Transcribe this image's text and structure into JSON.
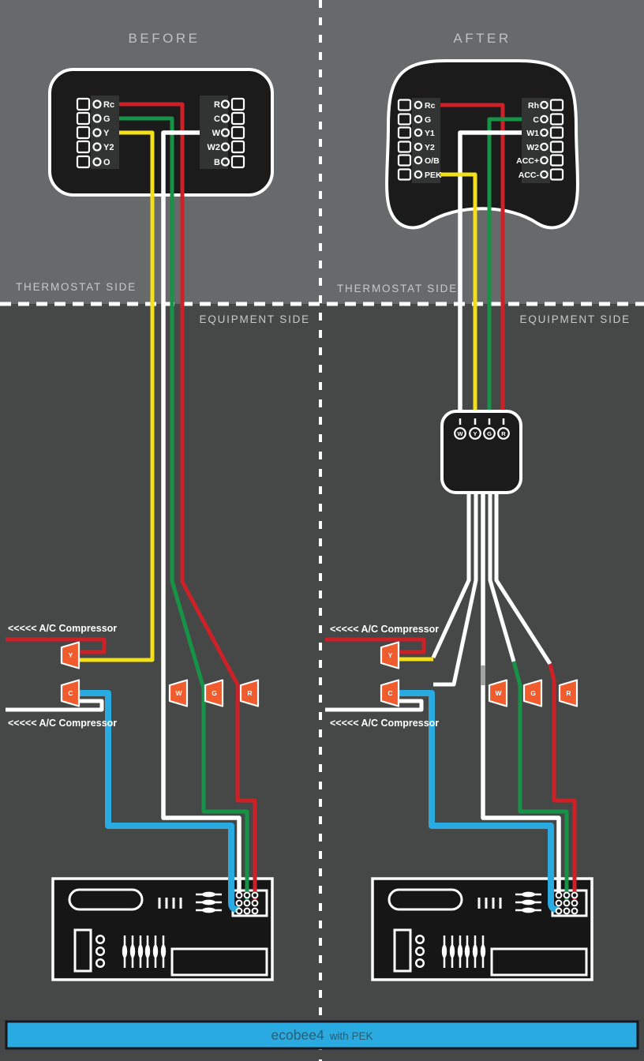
{
  "colors": {
    "bg_top": "#67696a",
    "bg_bottom": "#464848",
    "device_black": "#1b1b1b",
    "block_gray": "#323434",
    "wire_red": "#ce2127",
    "wire_green": "#169347",
    "wire_yellow": "#f4e01a",
    "wire_blue": "#29abe2",
    "wire_white": "#ffffff",
    "wire_gray_tip": "#a3a3a3",
    "nut_orange": "#f05c2e",
    "banner_blue": "#29abe2",
    "banner_text": "#2d5b6d"
  },
  "panels": {
    "before": {
      "title": "BEFORE",
      "side_top": "THERMOSTAT SIDE",
      "side_bottom": "EQUIPMENT SIDE",
      "left_terminals": [
        "Rc",
        "G",
        "Y",
        "Y2",
        "O"
      ],
      "right_terminals": [
        "R",
        "C",
        "W",
        "W2",
        "B"
      ],
      "compressor_top": "<<<<<  A/C Compressor",
      "compressor_bottom": "<<<<<  A/C Compressor",
      "nuts": {
        "y": "Y",
        "c": "C",
        "w": "W",
        "g": "G",
        "r": "R"
      }
    },
    "after": {
      "title": "AFTER",
      "side_top": "THERMOSTAT SIDE",
      "side_bottom": "EQUIPMENT SIDE",
      "left_terminals": [
        "Rc",
        "G",
        "Y1",
        "Y2",
        "O/B",
        "PEK"
      ],
      "right_terminals": [
        "Rh",
        "C",
        "W1",
        "W2",
        "ACC+",
        "ACC-"
      ],
      "pek_terminals": [
        "W",
        "Y",
        "G",
        "R"
      ],
      "compressor_top": "<<<<<  A/C Compressor",
      "compressor_bottom": "<<<<<  A/C Compressor",
      "nuts": {
        "y": "Y",
        "c": "C",
        "w": "W",
        "g": "G",
        "r": "R"
      }
    }
  },
  "banner": {
    "product": "ecobee4",
    "suffix": "with PEK"
  }
}
